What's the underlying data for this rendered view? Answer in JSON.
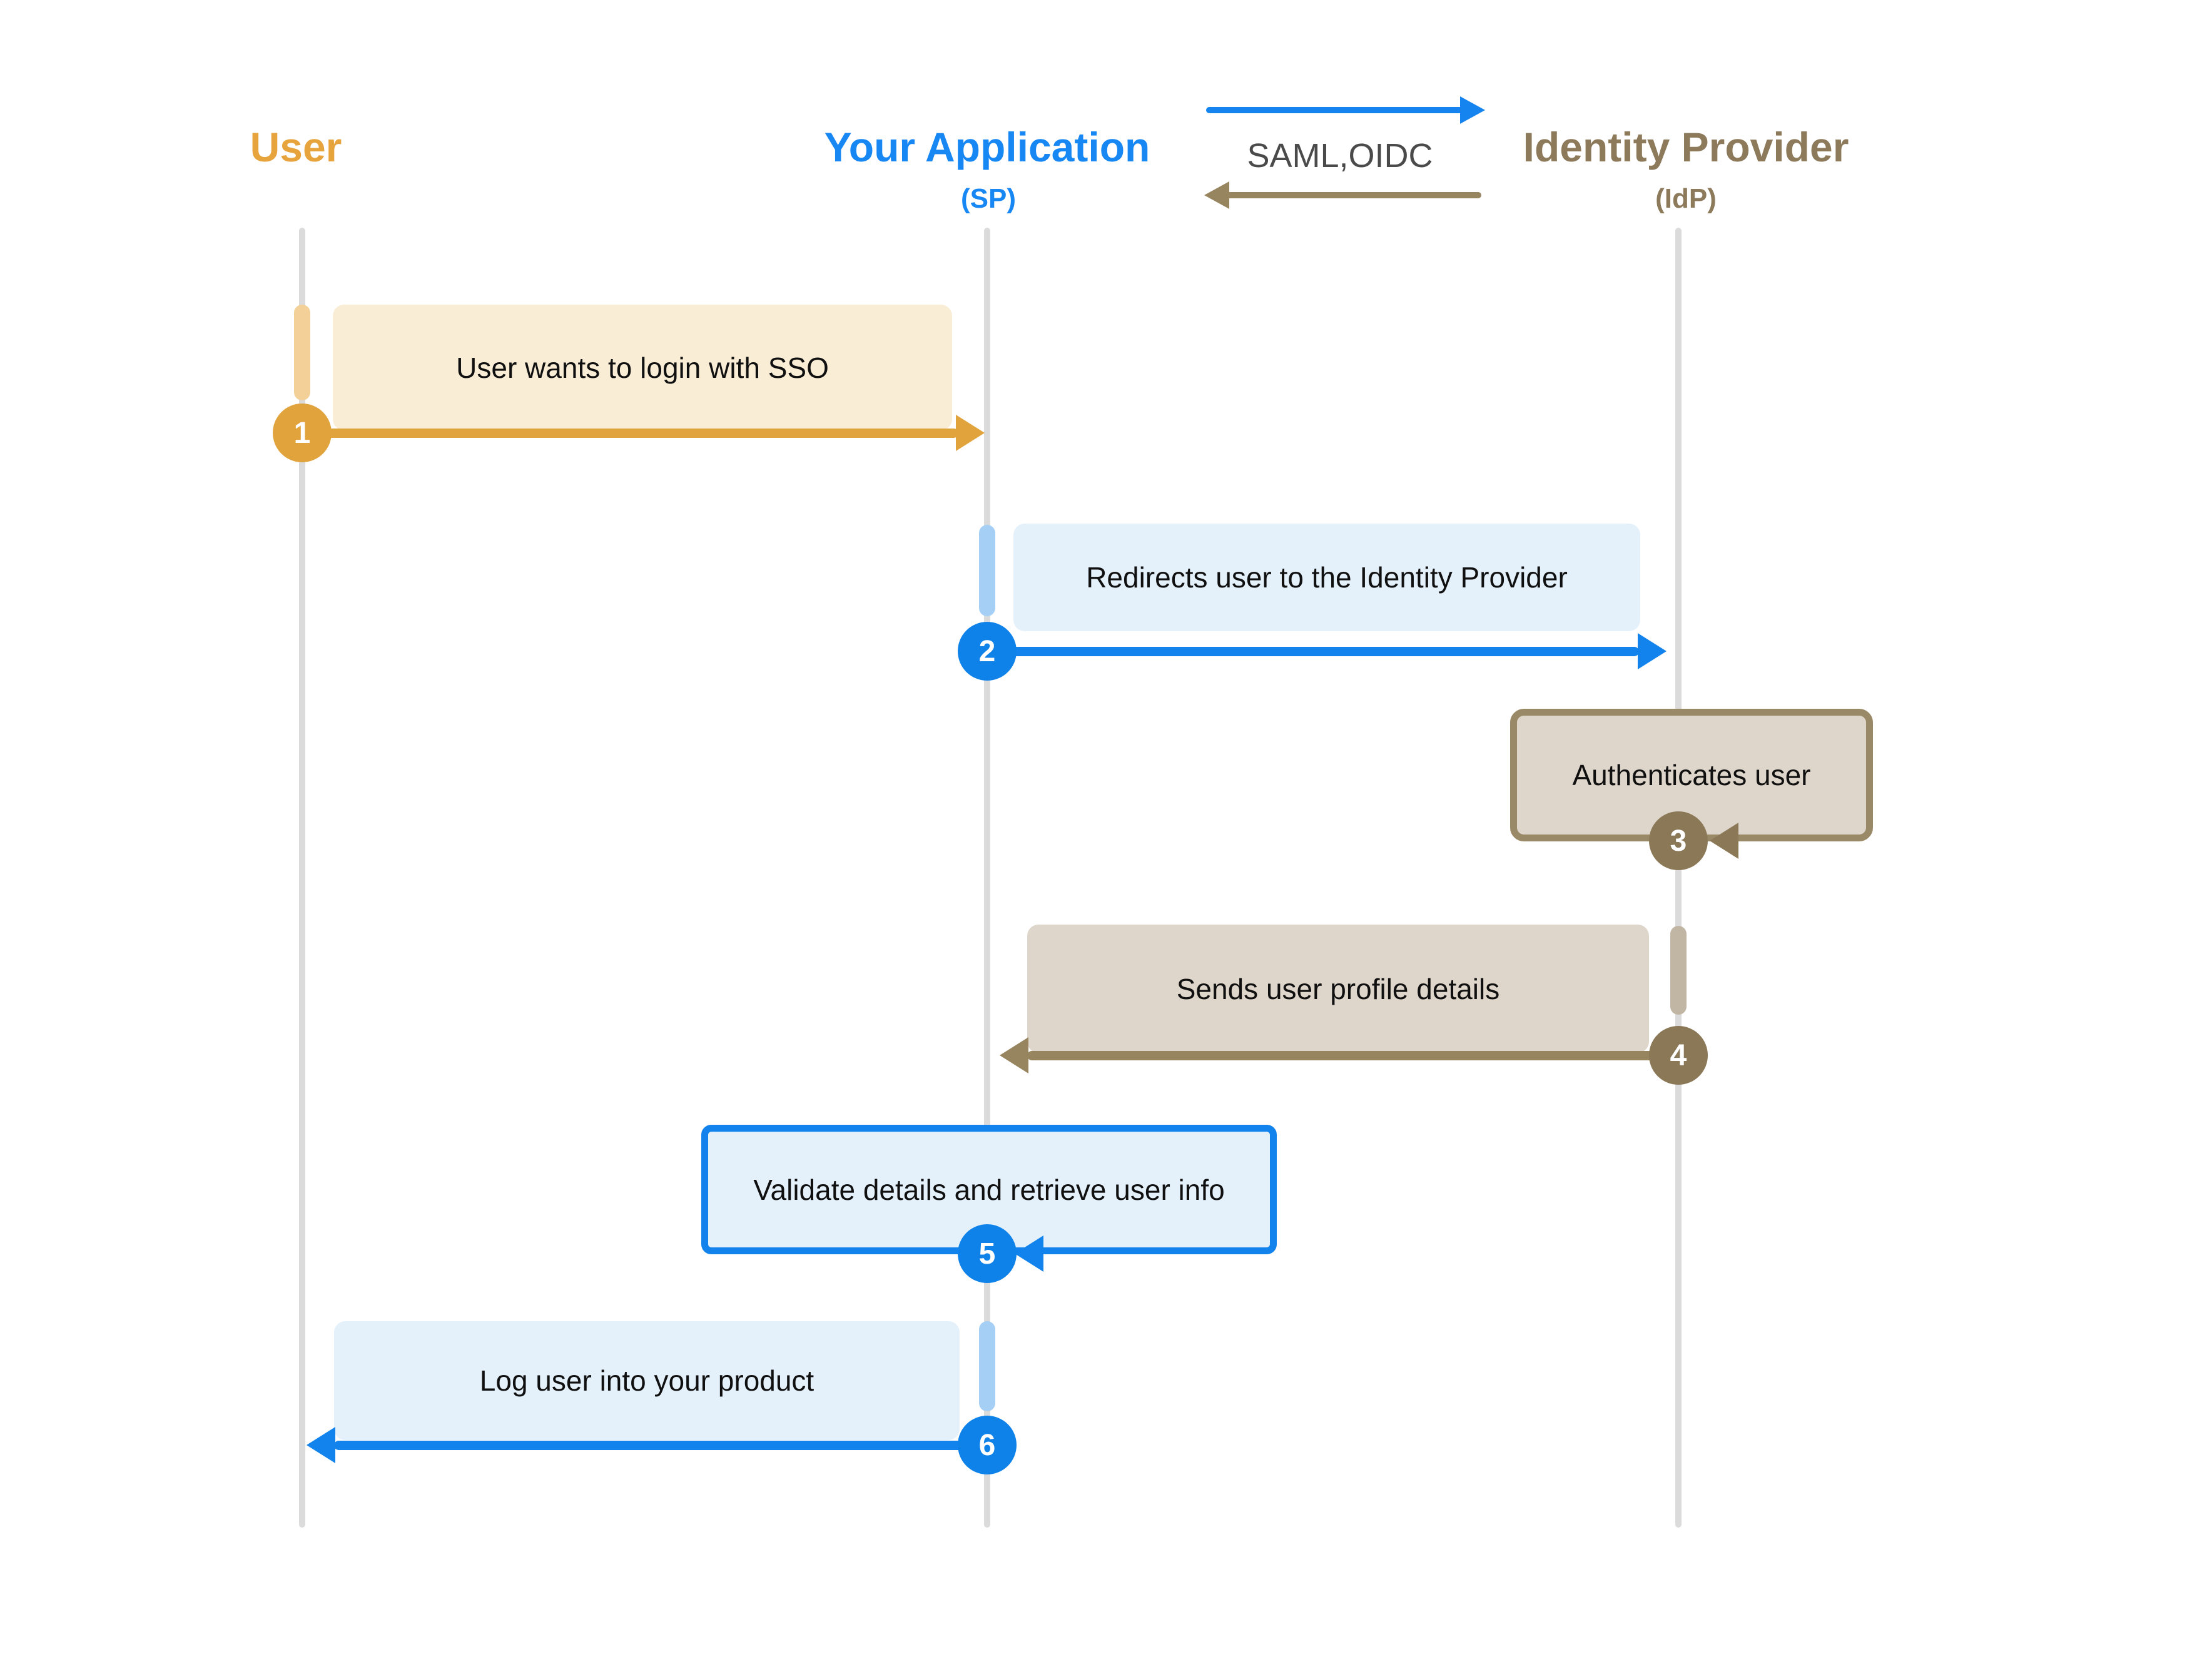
{
  "diagram": {
    "actors": {
      "user": {
        "label": "User",
        "color": "#E7A33C"
      },
      "app": {
        "label": "Your Application",
        "subtitle": "(SP)",
        "color": "#1787F4"
      },
      "idp": {
        "label": "Identity Provider",
        "subtitle": "(IdP)",
        "color": "#8C7A5B"
      }
    },
    "protocol": {
      "label": "SAML,OIDC",
      "color": "#4A4A4A"
    },
    "steps": [
      {
        "num": "1",
        "label": "User wants to login with SSO",
        "from": "User",
        "to": "Your Application",
        "color": "#E1A33C"
      },
      {
        "num": "2",
        "label": "Redirects user to the Identity Provider",
        "from": "Your Application",
        "to": "Identity Provider",
        "color": "#1283EC"
      },
      {
        "num": "3",
        "label": "Authenticates user",
        "from": "Identity Provider",
        "to": "Identity Provider",
        "color": "#8A7857"
      },
      {
        "num": "4",
        "label": "Sends user profile details",
        "from": "Identity Provider",
        "to": "Your Application",
        "color": "#97855F"
      },
      {
        "num": "5",
        "label": "Validate details and retrieve user info",
        "from": "Identity Provider",
        "to": "Your Application",
        "color": "#1283EC"
      },
      {
        "num": "6",
        "label": "Log user into your product",
        "from": "Your Application",
        "to": "User",
        "color": "#1283EC"
      }
    ],
    "colors": {
      "orange": "#E1A33C",
      "orange_light": "#F3D097",
      "cream_box": "#F9EDD6",
      "blue": "#1283EC",
      "blue_light": "#A6CFF5",
      "blue_pale_box": "#E4F1FB",
      "brown": "#97855F",
      "brown_dark": "#8A7857",
      "brown_border": "#9A8966",
      "taupe_light": "#C1B5A3",
      "greige_box": "#DFD6CB",
      "lifeline_gray": "#DBDBDB",
      "message_text": "#101010"
    }
  }
}
